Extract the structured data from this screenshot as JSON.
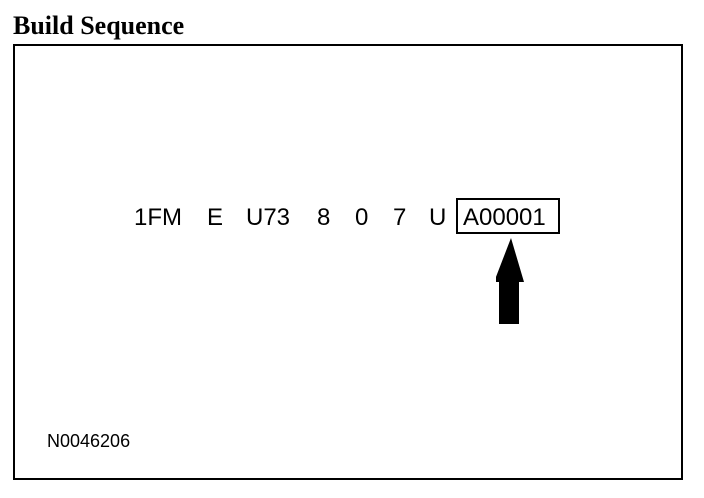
{
  "title": "Build Sequence",
  "vin_segments": [
    "1FM",
    "E",
    "U73",
    "8",
    "0",
    "7",
    "U"
  ],
  "highlighted_segment": "A00001",
  "figure_code": "N0046206"
}
